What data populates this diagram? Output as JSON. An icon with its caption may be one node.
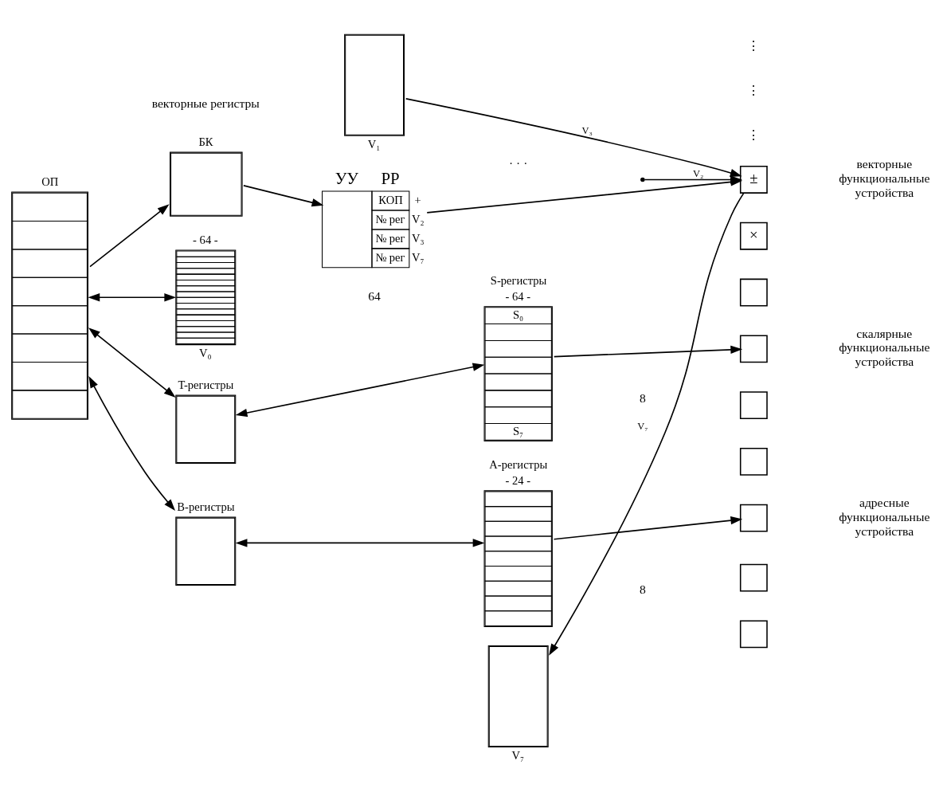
{
  "diagram": {
    "nodes": [
      {
        "text": [
          "ОП"
        ]
      },
      {
        "text": [
          "- 64 -",
          "V₀"
        ]
      },
      {
        "text": [
          "V₁"
        ]
      },
      {
        "text": [
          "V₇"
        ]
      },
      {
        "text": [
          "±"
        ]
      },
      {
        "text": [
          "×"
        ]
      },
      {
        "text": [],
        "shape": "box"
      },
      {
        "text": [
          "T-регистры"
        ]
      },
      {
        "text": [
          "S-регистры",
          "- 64 -",
          "S₀",
          "S₇"
        ]
      },
      {
        "text": [],
        "shape": "box"
      },
      {
        "text": [],
        "shape": "box"
      },
      {
        "text": [],
        "shape": "box"
      },
      {
        "text": [
          "БК"
        ]
      },
      {
        "text": [
          "УУ",
          "РР",
          "КОП",
          "№ рег",
          "№ рег",
          "№ рег"
        ],
        "beside": [
          "+",
          "V₂",
          "V₃",
          "V₇"
        ]
      },
      {
        "text": [
          "B-регистры"
        ]
      },
      {
        "text": [
          "A-регистры",
          "- 24 -"
        ]
      },
      {
        "text": [],
        "shape": "box"
      },
      {
        "text": [],
        "shape": "box"
      },
      {
        "text": [],
        "shape": "box"
      }
    ],
    "edges": [
      {
        "from": 0,
        "to": 1,
        "arrow": "both"
      },
      {
        "from": 2,
        "to": 4,
        "arrow": "to",
        "label": "V₃"
      },
      {
        "from": 4,
        "to": 3,
        "arrow": "to",
        "label": "V₇"
      },
      {
        "from": null,
        "to": 4,
        "arrow": "to",
        "label": "V₂"
      },
      {
        "from": 0,
        "to": 7,
        "arrow": "both"
      },
      {
        "from": 7,
        "to": 8,
        "arrow": "both"
      },
      {
        "from": 8,
        "to": 9,
        "arrow": "to"
      },
      {
        "from": 0,
        "to": 12,
        "arrow": "to"
      },
      {
        "from": 12,
        "to": 13,
        "arrow": "to"
      },
      {
        "from": 13,
        "to": 4,
        "arrow": "to"
      },
      {
        "from": 14,
        "to": 0,
        "arrow": "both"
      },
      {
        "from": 14,
        "to": 15,
        "arrow": "both"
      },
      {
        "from": 15,
        "to": 16,
        "arrow": "to"
      }
    ],
    "labels": [
      "векторные регистры",
      "64",
      "· · ·",
      "⋮",
      "векторные функциональные устройства",
      "8",
      "⋮",
      "скалярные функциональные устройства",
      "8",
      "⋮",
      "адресные функциональные устройства"
    ]
  }
}
